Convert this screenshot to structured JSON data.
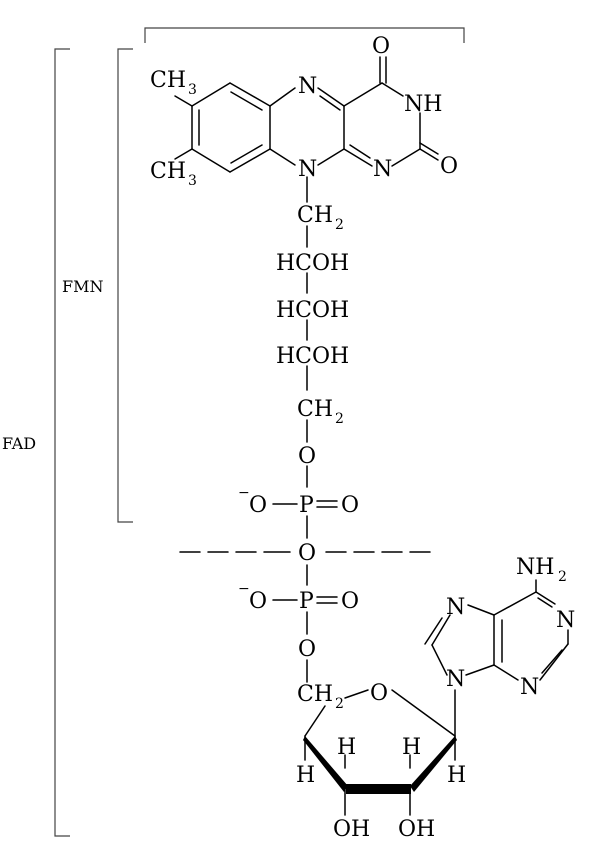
{
  "brackets": {
    "fad_label": "FAD",
    "fmn_label": "FMN"
  },
  "flavin": {
    "ch3_top": "CH",
    "ch3_bottom": "CH",
    "methyl_sub": "3",
    "n5": "N",
    "n10": "N",
    "n1": "N",
    "nh": "NH",
    "o4": "O",
    "o2": "O"
  },
  "ribitol": {
    "ch2_top": "CH",
    "ch2_top_sub": "2",
    "hcoh_1": "HCOH",
    "hcoh_2": "HCOH",
    "hcoh_3": "HCOH",
    "ch2_bottom": "CH",
    "ch2_bottom_sub": "2",
    "o_link": "O"
  },
  "phosphate": {
    "charge_1": "−",
    "o_minus_1": "O",
    "p_1": "P",
    "o_double_1": "O",
    "bridge_o": "O",
    "charge_2": "−",
    "o_minus_2": "O",
    "p_2": "P",
    "o_double_2": "O",
    "o_link_2": "O"
  },
  "ribose": {
    "ch2": "CH",
    "ch2_sub": "2",
    "ring_o": "O",
    "h_left": "H",
    "h_right": "H",
    "h_up_1": "H",
    "h_up_2": "H",
    "oh_1": "OH",
    "oh_2": "OH"
  },
  "adenine": {
    "nh2": "NH",
    "nh2_sub": "2",
    "n7": "N",
    "n1": "N",
    "n3": "N",
    "n9": "N"
  }
}
